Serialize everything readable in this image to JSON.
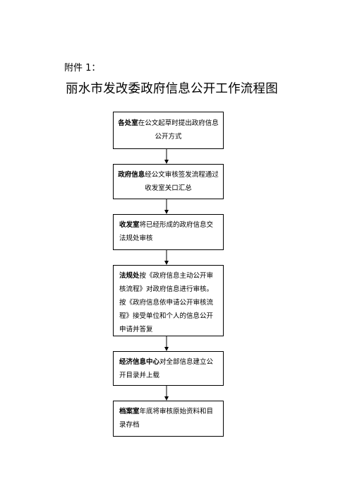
{
  "header": {
    "attachment_label": "附件 1：",
    "title": "丽水市发改委政府信息公开工作流程图"
  },
  "flow": {
    "steps": [
      {
        "lead": "各处室",
        "text": "在公文起草时提出政府信息公开方式"
      },
      {
        "lead": "政府信息",
        "text": "经公文审核签发流程通过收发室关口汇总"
      },
      {
        "lead": "收发室",
        "text": "将已经形成的政府信息交法规处审核"
      },
      {
        "lead": "法规处",
        "text": "按《政府信息主动公开审核流程》对政府信息进行审核。按《政府信息依申请公开审核流程》接受单位和个人的信息公开申请并答复"
      },
      {
        "lead": "经济信息中心",
        "text": "对全部信息建立公开目录并上载"
      },
      {
        "lead": "档案室",
        "text": "年底将审核原始资料和目录存档"
      }
    ]
  }
}
